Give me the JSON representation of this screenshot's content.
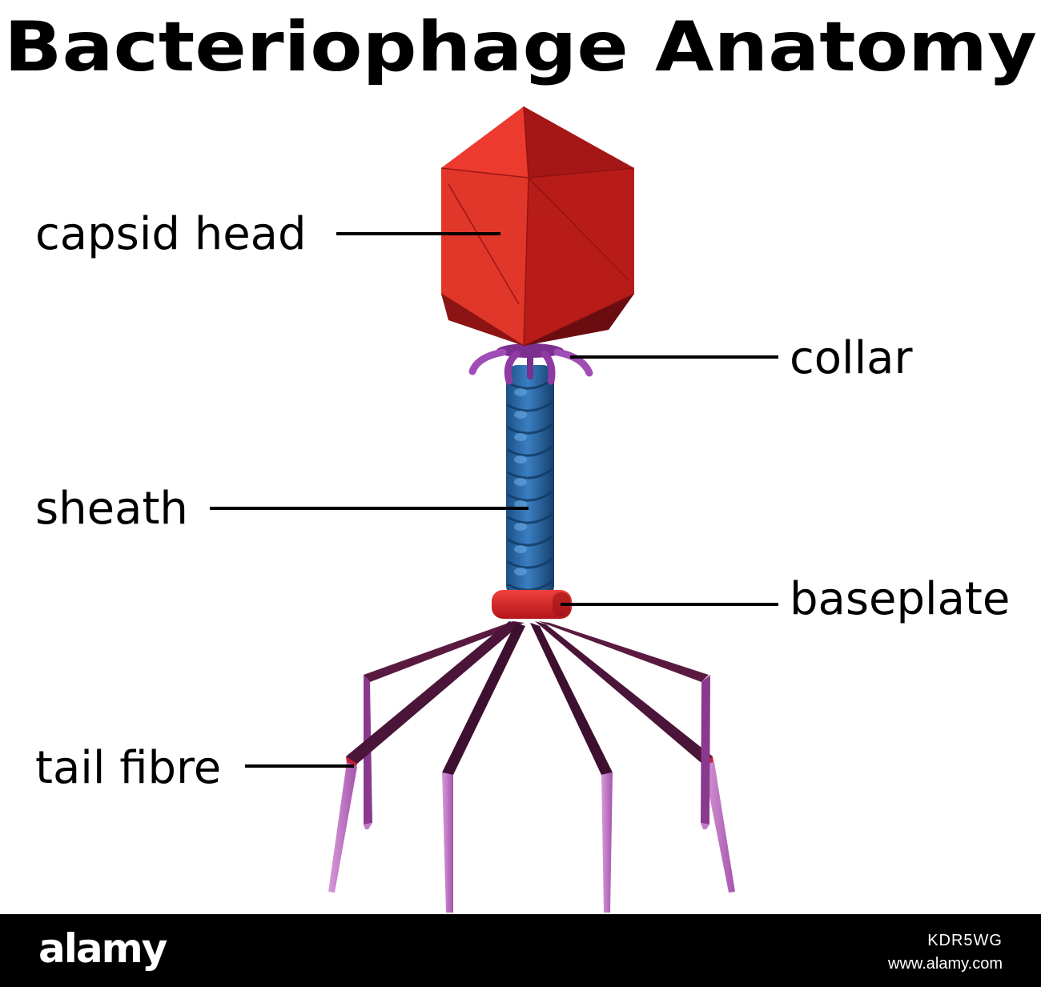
{
  "title": "Bacteriophage Anatomy",
  "labels": {
    "capsid_head": "capsid head",
    "collar": "collar",
    "sheath": "sheath",
    "baseplate": "baseplate",
    "tail_fibre": "tail fibre"
  },
  "footer": {
    "logo": "alamy",
    "image_code": "KDR5WG",
    "site": "www.alamy.com"
  },
  "colors": {
    "capsid": "#d4251c",
    "collar": "#9b3fb0",
    "sheath": "#2b67a8",
    "baseplate": "#e0242a",
    "fibre_upper": "#5a1a40",
    "fibre_lower": "#c27bc9"
  }
}
